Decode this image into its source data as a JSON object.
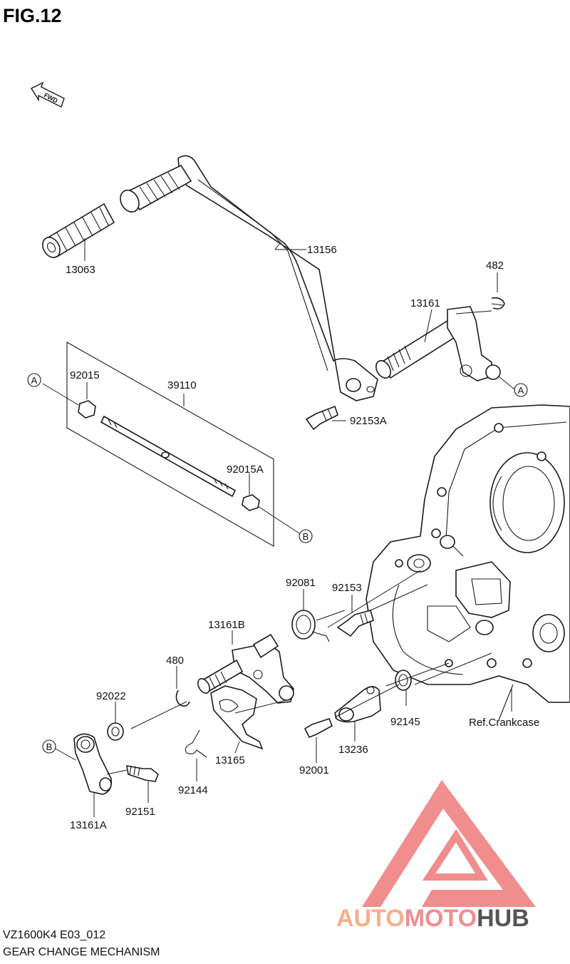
{
  "figure": {
    "title": "FIG.12",
    "fwd_label": "FWD",
    "model_code": "VZ1600K4 E03_012",
    "section_name": "GEAR CHANGE MECHANISM"
  },
  "parts": {
    "p13063": "13063",
    "p13156": "13156",
    "p482": "482",
    "p13161": "13161",
    "p92015": "92015",
    "p39110": "39110",
    "p92153A": "92153A",
    "p92015A": "92015A",
    "p92081": "92081",
    "p92153": "92153",
    "p13161B": "13161B",
    "p480": "480",
    "p92022": "92022",
    "p92145": "92145",
    "pRefCrankcase": "Ref.Crankcase",
    "p13165": "13165",
    "p13236": "13236",
    "p92144": "92144",
    "p92001": "92001",
    "p13161A": "13161A",
    "p92151": "92151"
  },
  "refs": {
    "a": "A",
    "b": "B"
  },
  "watermark": {
    "part1": "AUTO",
    "part2": "MOTO",
    "part3": "HUB",
    "color1": "#f6b08a",
    "color2": "#ef8f8f",
    "color3": "#555555",
    "logo_color": "#ef7a7a"
  }
}
